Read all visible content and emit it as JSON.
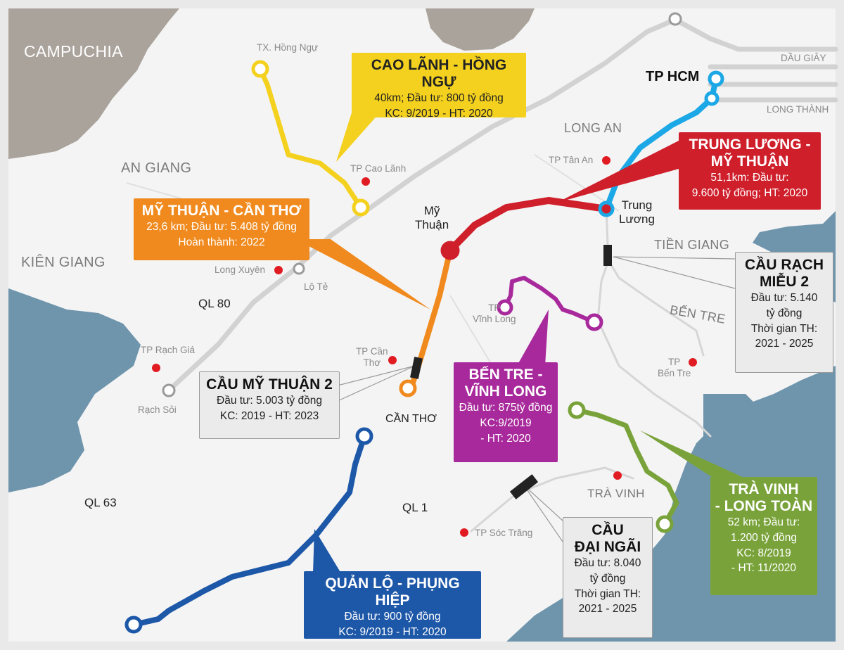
{
  "colors": {
    "sea": "#6f95ac",
    "land": "#f4f4f4",
    "cambodia": "#aaa39c",
    "frame": "#e9e9ea",
    "road": "#d2d2d2",
    "city_dot": "#e11b22",
    "yellow": "#f4d11e",
    "orange": "#f08a1e",
    "red": "#cf1f2b",
    "cyan": "#1ca8e6",
    "purple": "#a8299b",
    "blue": "#1d57a8",
    "green": "#79a33a"
  },
  "regions": {
    "campuchia": "CAMPUCHIA",
    "an_giang": "AN GIANG",
    "kien_giang": "KIÊN GIANG",
    "long_an": "LONG AN",
    "tien_giang": "TIỀN GIANG",
    "ben_tre": "BẾN TRE",
    "tra_vinh": "TRÀ VINH"
  },
  "places": {
    "hong_ngu": "TX. Hồng Ngự",
    "cao_lanh": "TP Cao Lãnh",
    "long_xuyen": "Long Xuyên",
    "lo_te": "Lộ Tẻ",
    "rach_gia": "TP Rạch Giá",
    "rach_soi": "Rạch Sỏi",
    "can_tho_city_1": "TP Cần",
    "can_tho_city_2": "Thơ",
    "can_tho": "CẦN THƠ",
    "my_thuan_1": "Mỹ",
    "my_thuan_2": "Thuận",
    "vinh_long_1": "TP",
    "vinh_long_2": "Vĩnh Long",
    "tan_an": "TP Tân An",
    "trung_luong_1": "Trung",
    "trung_luong_2": "Lương",
    "ben_tre_city_1": "TP",
    "ben_tre_city_2": "Bến Tre",
    "soc_trang": "TP Sóc Trăng",
    "tp_hcm": "TP HCM",
    "dau_giay": "DẦU GIÂY",
    "long_thanh": "LONG THÀNH"
  },
  "roads": {
    "ql80": "QL 80",
    "ql63": "QL 63",
    "ql1": "QL 1"
  },
  "projects": {
    "cao_lanh_hong_ngu": {
      "title": "CAO LÃNH - HỒNG NGỰ",
      "line1": "40km; Đầu tư: 800 tỷ đồng",
      "line2": "KC: 9/2019  - HT: 2020"
    },
    "my_thuan_can_tho": {
      "title": "MỸ THUẬN - CẦN THƠ",
      "line1": "23,6 km; Đầu tư: 5.408 tỷ đồng",
      "line2": "Hoàn thành: 2022"
    },
    "trung_luong_my_thuan": {
      "title1": "TRUNG LƯƠNG -",
      "title2": "MỸ THUẬN",
      "line1": "51,1km: Đầu tư:",
      "line2": "9.600 tỷ đồng;  HT: 2020"
    },
    "cau_rach_mieu_2": {
      "title1": "CẦU RẠCH",
      "title2": "MIỄU 2",
      "line1": "Đầu tư: 5.140",
      "line2": "tỷ đồng",
      "line3": "Thời gian TH:",
      "line4": "2021 - 2025"
    },
    "cau_my_thuan_2": {
      "title": "CẦU MỸ THUẬN 2",
      "line1": "Đầu tư: 5.003 tỷ đồng",
      "line2": "KC: 2019 - HT: 2023"
    },
    "ben_tre_vinh_long": {
      "title1": "BẾN TRE -",
      "title2": "VĨNH LONG",
      "line1": "Đầu tư: 875tỷ đồng",
      "line2": "KC:9/2019",
      "line3": "- HT: 2020"
    },
    "tra_vinh_long_toan": {
      "title1": "TRÀ VINH",
      "title2": "- LONG TOÀN",
      "line1": "52 km; Đầu tư:",
      "line2": "1.200 tỷ đồng",
      "line3": "KC: 8/2019",
      "line4": "- HT: 11/2020"
    },
    "cau_dai_ngai": {
      "title1": "CẦU",
      "title2": "ĐẠI NGÃI",
      "line1": "Đầu tư: 8.040",
      "line2": "tỷ đồng",
      "line3": "Thời gian TH:",
      "line4": "2021 - 2025"
    },
    "quan_lo_phung_hiep": {
      "title": "QUẢN LỘ - PHỤNG HIỆP",
      "line1": "Đầu tư: 900 tỷ đồng",
      "line2": "KC: 9/2019  - HT: 2020"
    }
  }
}
